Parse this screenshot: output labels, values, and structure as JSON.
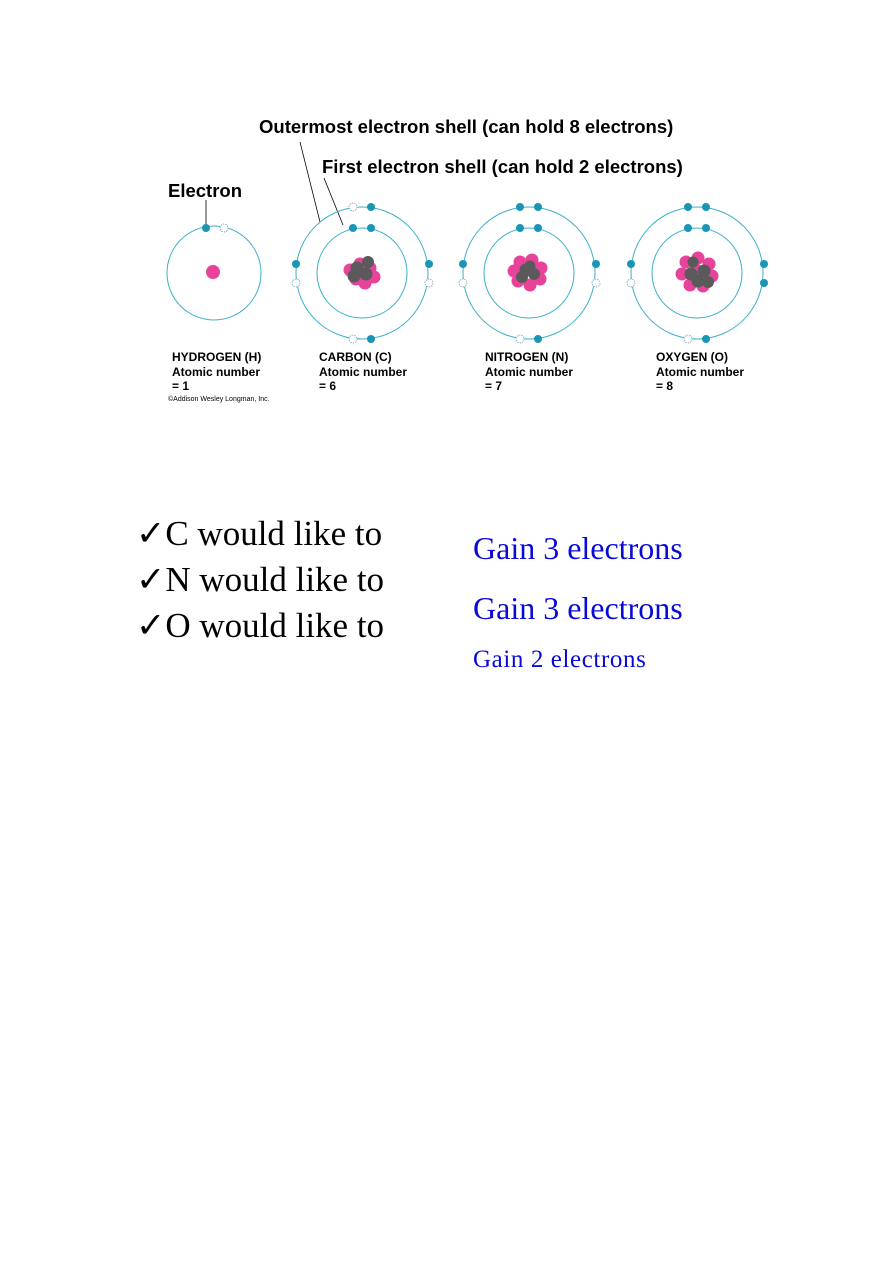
{
  "labels": {
    "outer_shell": "Outermost electron shell (can hold 8 electrons)",
    "first_shell": "First electron shell (can hold 2 electrons)",
    "electron": "Electron"
  },
  "atoms": [
    {
      "name": "HYDROGEN (H)",
      "line2": "Atomic number",
      "line3": "= 1"
    },
    {
      "name": "CARBON (C)",
      "line2": "Atomic number",
      "line3": "= 6"
    },
    {
      "name": "NITROGEN (N)",
      "line2": "Atomic number",
      "line3": "= 7"
    },
    {
      "name": "OXYGEN (O)",
      "line2": "Atomic number",
      "line3": "= 8"
    }
  ],
  "copyright": "©Addison Wesley Longman, Inc.",
  "statements": [
    {
      "check": "✓",
      "text": "C would like to",
      "answer": "Gain 3 electrons"
    },
    {
      "check": "✓",
      "text": "N would like to",
      "answer": "Gain 3 electrons"
    },
    {
      "check": "✓",
      "text": "O would like to",
      "answer": "Gain 2 electrons"
    }
  ],
  "colors": {
    "shell": "#3cb0cc",
    "electron": "#1a96b4",
    "proton": "#e8439a",
    "neutron": "#5a5a5a",
    "answer_text": "#0a0ad8"
  }
}
